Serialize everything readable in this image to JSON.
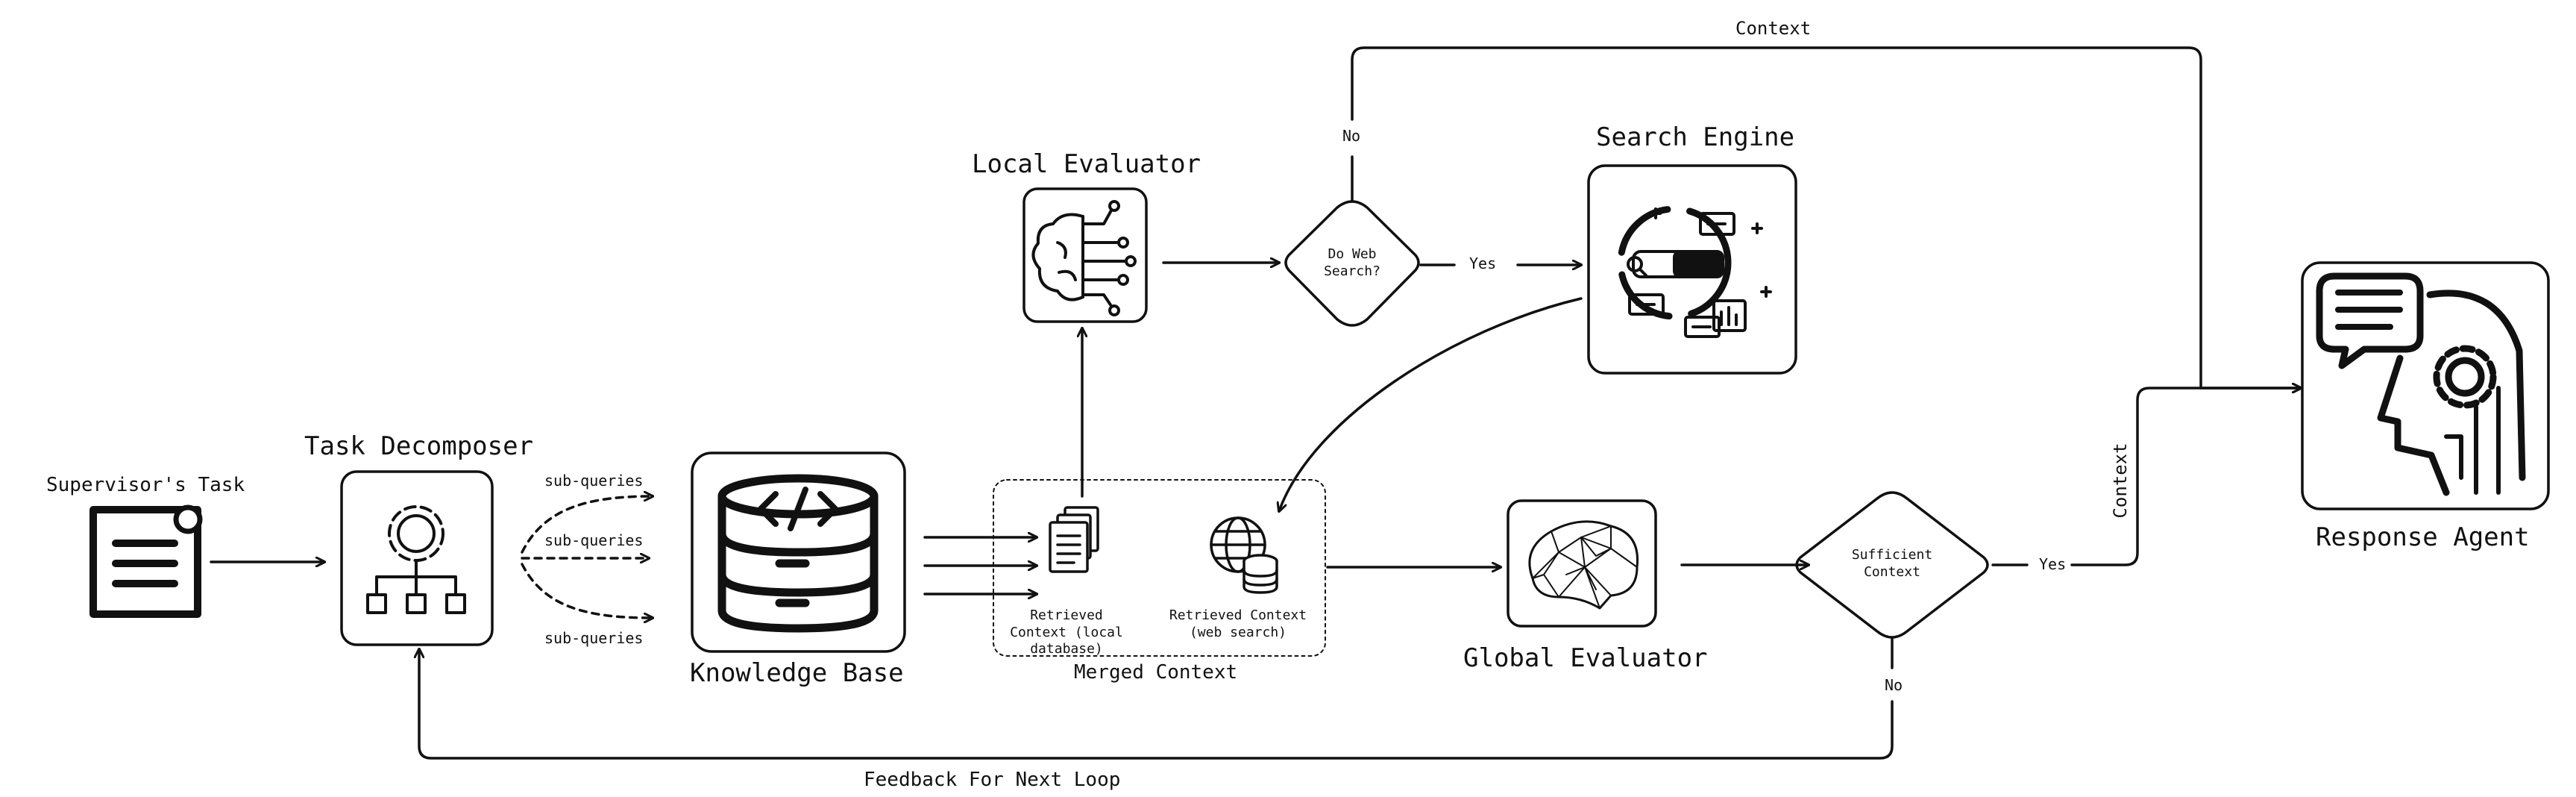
{
  "labels": {
    "supervisor_task": "Supervisor's Task",
    "task_decomposer": "Task Decomposer",
    "sub_queries": "sub-queries",
    "knowledge_base": "Knowledge Base",
    "local_evaluator": "Local Evaluator",
    "do_web_search": "Do Web Search?",
    "yes": "Yes",
    "no": "No",
    "search_engine": "Search Engine",
    "context": "Context",
    "response_agent": "Response Agent",
    "retrieved_local": "Retrieved Context (local database)",
    "retrieved_web": "Retrieved Context (web search)",
    "merged_context": "Merged Context",
    "global_evaluator": "Global Evaluator",
    "sufficient_context": "Sufficient Context",
    "feedback": "Feedback For Next Loop"
  },
  "icons": {
    "supervisor": "notepad-icon",
    "decomposer": "gear-hierarchy-icon",
    "knowledge_base": "database-code-icon",
    "local_evaluator": "brain-circuit-icon",
    "search_engine": "search-dashboard-icon",
    "retrieved_local": "documents-icon",
    "retrieved_web": "globe-database-icon",
    "global_evaluator": "neural-brain-icon",
    "response_agent": "head-gear-chat-icon"
  },
  "colors": {
    "stroke": "#111111",
    "background": "#ffffff"
  }
}
